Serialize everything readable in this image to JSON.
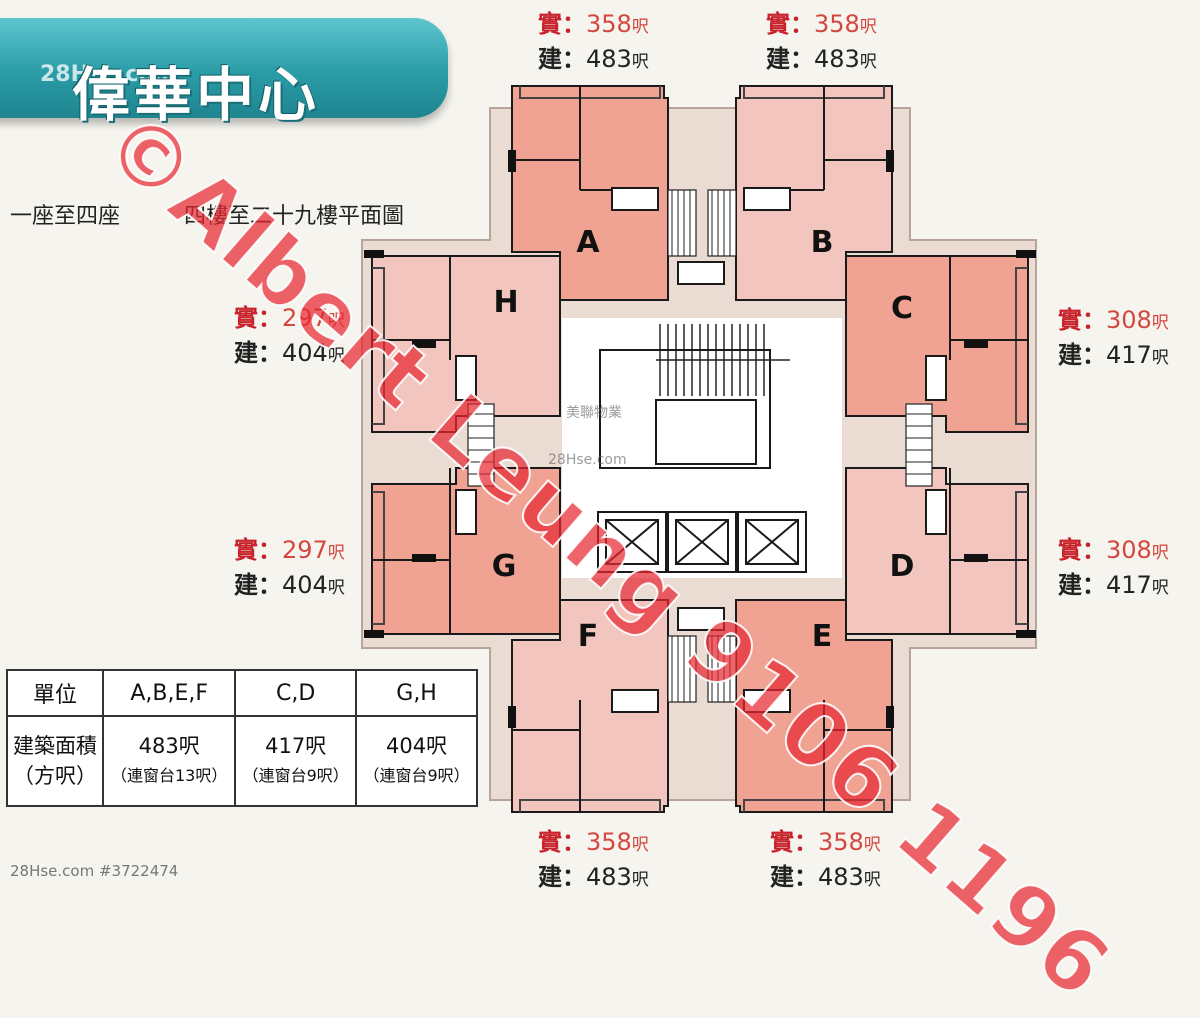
{
  "title": "偉華中心",
  "banner_watermark": "28Hse.com",
  "subtitle": {
    "blocks": "一座至四座",
    "floors": "四樓至二十九樓平面圖"
  },
  "units": {
    "A": "A",
    "B": "B",
    "C": "C",
    "D": "D",
    "E": "E",
    "F": "F",
    "G": "G",
    "H": "H"
  },
  "area_labels": {
    "saleable_label": "實",
    "gross_label": "建",
    "unit": "呎",
    "sep": "："
  },
  "areas": {
    "top_a": {
      "saleable": "358",
      "gross": "483"
    },
    "top_b": {
      "saleable": "358",
      "gross": "483"
    },
    "h": {
      "saleable": "297",
      "gross": "404"
    },
    "g": {
      "saleable": "297",
      "gross": "404"
    },
    "c": {
      "saleable": "308",
      "gross": "417"
    },
    "d": {
      "saleable": "308",
      "gross": "417"
    },
    "bottom_f": {
      "saleable": "358",
      "gross": "483"
    },
    "bottom_e": {
      "saleable": "358",
      "gross": "483"
    }
  },
  "table": {
    "header": [
      "單位",
      "A,B,E,F",
      "C,D",
      "G,H"
    ],
    "row_label_1": "建築面積",
    "row_label_2": "（方呎）",
    "values": [
      "483呎",
      "417呎",
      "404呎"
    ],
    "notes": [
      "（連窗台13呎）",
      "（連窗台9呎）",
      "（連窗台9呎）"
    ]
  },
  "watermark": "©Albert Leung 9106 1196",
  "center_wm_1": "美聯物業",
  "center_wm_2": "28Hse.com",
  "credit": "28Hse.com #3722474",
  "colors": {
    "unit_dark": "#f1a393",
    "unit_light": "#f2c6bf",
    "wall": "#1a1a1a",
    "banner": "#2a9ca6",
    "watermark": "#e62832"
  }
}
